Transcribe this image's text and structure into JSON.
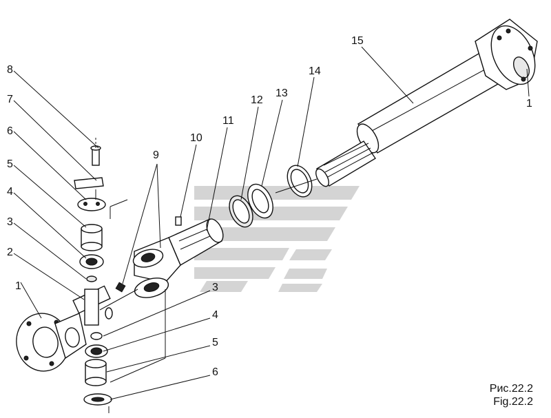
{
  "caption": {
    "ru": "Рис.22.2",
    "en": "Fig.22.2"
  },
  "callouts": [
    "1",
    "2",
    "3",
    "4",
    "5",
    "6",
    "7",
    "8",
    "9",
    "10",
    "11",
    "12",
    "13",
    "14",
    "15",
    "3",
    "4",
    "5",
    "6",
    "1"
  ],
  "colors": {
    "ink": "#111111",
    "watermark": "#d4d4d4"
  },
  "watermark_icon": "stripes-logo-icon"
}
